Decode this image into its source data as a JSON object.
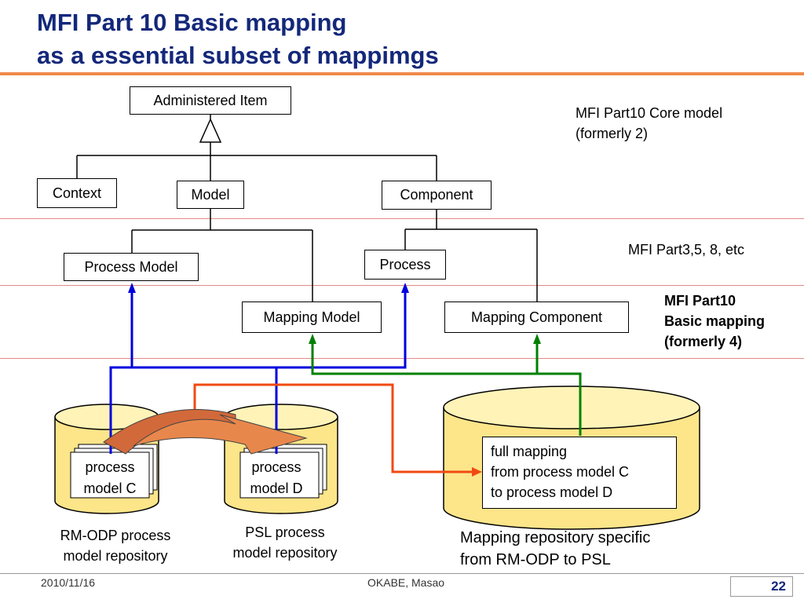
{
  "title": {
    "line1": "MFI Part 10 Basic mapping",
    "line2": "as a essential subset of mappimgs"
  },
  "boxes": {
    "administered_item": "Administered Item",
    "context": "Context",
    "model": "Model",
    "component": "Component",
    "process_model": "Process Model",
    "process": "Process",
    "mapping_model": "Mapping Model",
    "mapping_component": "Mapping Component"
  },
  "layers": {
    "core": {
      "line1": "MFI Part10 Core model",
      "line2": "(formerly 2)"
    },
    "parts": {
      "line1": "MFI Part3,5, 8, etc"
    },
    "basic_mapping": {
      "line1": "MFI Part10",
      "line2": "Basic mapping",
      "line3": "(formerly 4)"
    }
  },
  "repositories": {
    "rm_odp": {
      "doc_line1": "process",
      "doc_line2": "model C",
      "caption_line1": "RM-ODP process",
      "caption_line2": "model  repository"
    },
    "psl": {
      "doc_line1": "process",
      "doc_line2": "model D",
      "caption_line1": "PSL process",
      "caption_line2": "model repository"
    },
    "mapping": {
      "content_line1": "full mapping",
      "content_line2": "from process model C",
      "content_line3": "to process model D",
      "caption_line1": "Mapping repository specific",
      "caption_line2": "from RM-ODP to PSL"
    }
  },
  "colors": {
    "title": "#14287a",
    "blue_link": "#0000dd",
    "green_link": "#008000",
    "red_link": "#f04a10",
    "cylinder_fill": "#fde58a",
    "transform_arrow": "#d2693a"
  },
  "footer": {
    "date": "2010/11/16",
    "author": "OKABE, Masao",
    "page": "22"
  }
}
